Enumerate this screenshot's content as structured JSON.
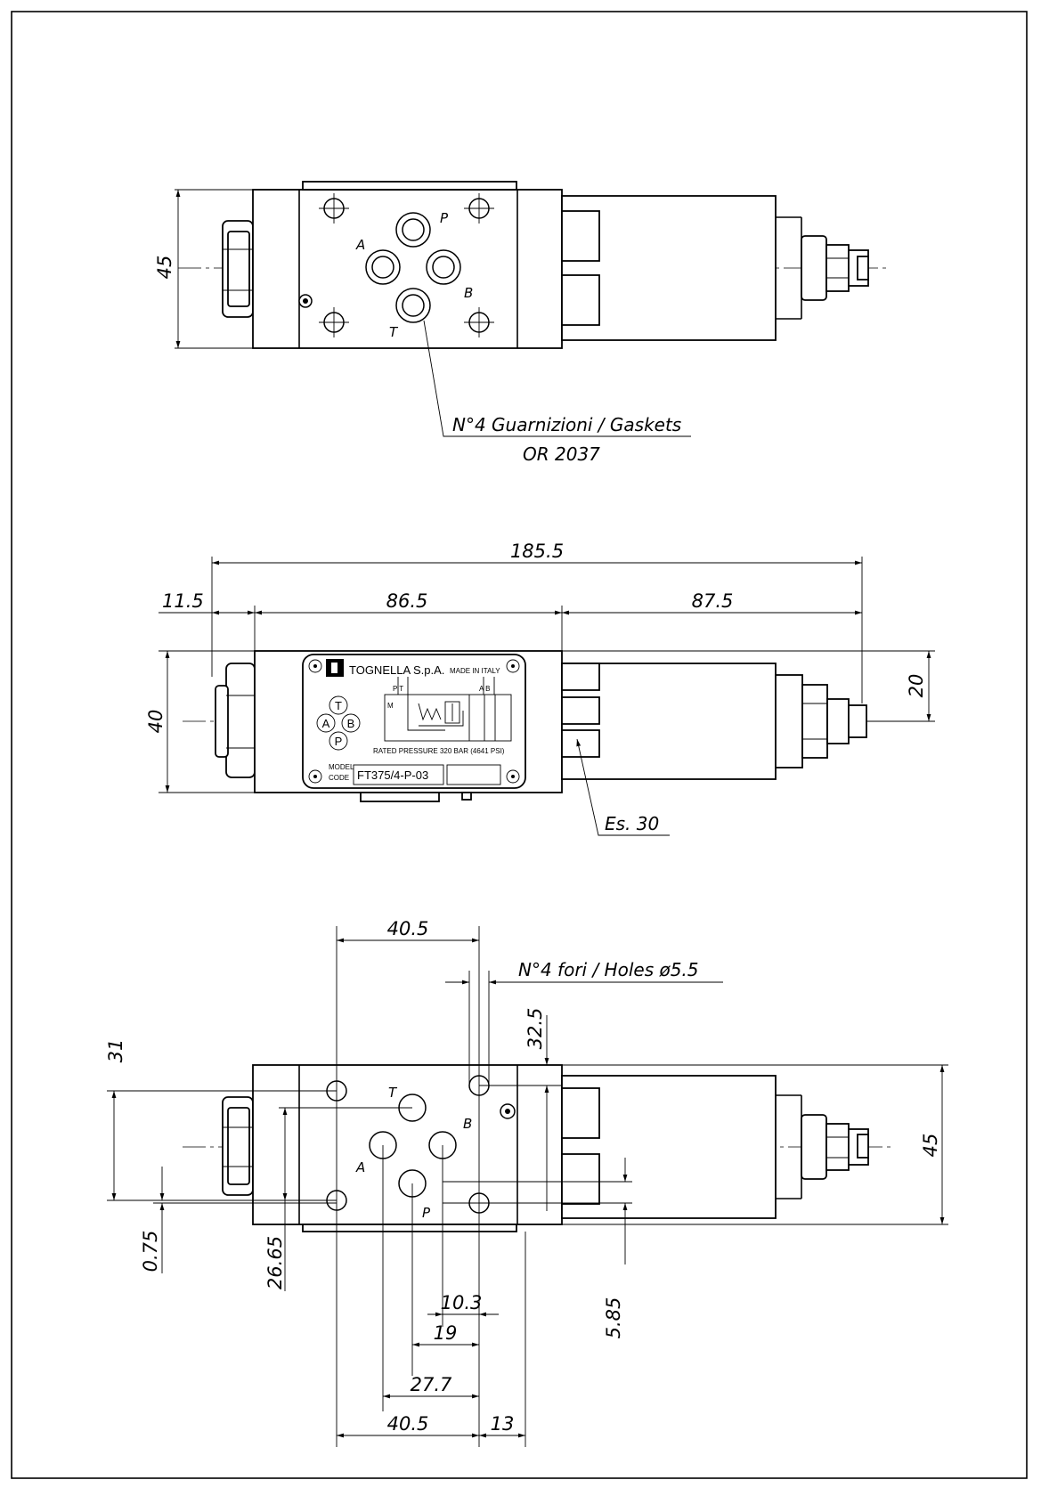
{
  "top_view": {
    "dim_height": "45",
    "ports": {
      "P": "P",
      "A": "A",
      "B": "B",
      "T": "T"
    },
    "callout_line1": "N°4 Guarnizioni / Gaskets",
    "callout_line2": "OR 2037"
  },
  "front_view": {
    "dim_total": "185.5",
    "dim_left": "11.5",
    "dim_body": "86.5",
    "dim_right": "87.5",
    "dim_height": "40",
    "dim_adjuster": "20",
    "callout_wrench": "Es. 30",
    "plate": {
      "brand": "TOGNELLA S.p.A.",
      "made_in": "MADE IN ITALY",
      "port_labels_left": "P   T",
      "port_labels_right": "A   B",
      "gauge_label": "M",
      "rated_pressure": "RATED PRESSURE 320 BAR (4641 PSI)",
      "model_label_1": "MODEL",
      "model_label_2": "CODE",
      "model_code": "FT375/4-P-03",
      "symbol_ports": {
        "T": "T",
        "A": "A",
        "B": "B",
        "P": "P"
      }
    }
  },
  "bottom_view": {
    "holes_callout": "N°4 fori / Holes ø5.5",
    "ports": {
      "T": "T",
      "B": "B",
      "A": "A",
      "P": "P"
    },
    "dim_top_span": "40.5",
    "dim_32_5": "32.5",
    "dim_31": "31",
    "dim_0_75": "0.75",
    "dim_26_65": "26.65",
    "dim_45": "45",
    "dim_5_85": "5.85",
    "dim_10_3": "10.3",
    "dim_19": "19",
    "dim_27_7": "27.7",
    "dim_bottom_span": "40.5",
    "dim_13": "13"
  }
}
